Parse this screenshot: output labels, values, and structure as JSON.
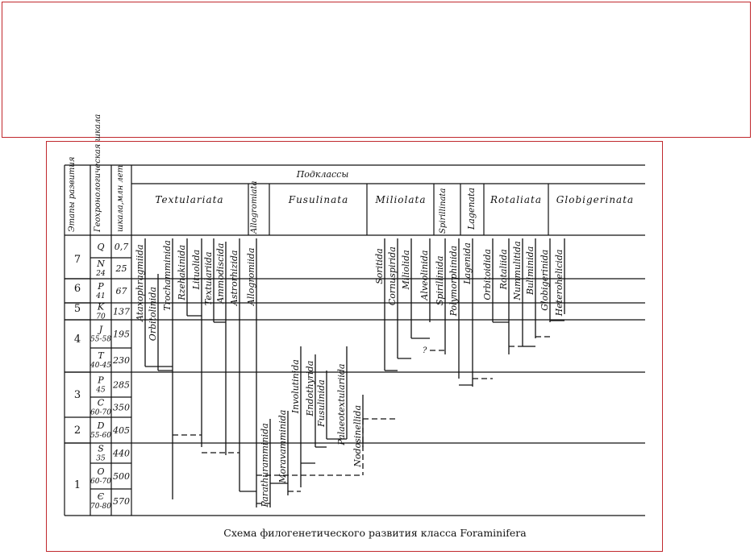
{
  "figure": {
    "caption": "Схема филогенетического развития класса Foraminifera"
  },
  "table": {
    "col_headers": [
      "Этапы развития",
      "Геохронологическая шкала",
      "шкала,млн лет"
    ],
    "periods": [
      {
        "stage": "7",
        "symbol": "Q",
        "dur": "",
        "age": "0,7"
      },
      {
        "stage": "",
        "symbol": "N",
        "dur": "24",
        "age": "25"
      },
      {
        "stage": "6",
        "symbol": "P",
        "dur": "41",
        "age": "67"
      },
      {
        "stage": "5",
        "symbol": "K",
        "dur": "70",
        "age": "137"
      },
      {
        "stage": "4",
        "symbol": "J",
        "dur": "55-58",
        "age": "195"
      },
      {
        "stage": "",
        "symbol": "T",
        "dur": "40-45",
        "age": "230"
      },
      {
        "stage": "3",
        "symbol": "P",
        "dur": "45",
        "age": "285"
      },
      {
        "stage": "",
        "symbol": "C",
        "dur": "60-70",
        "age": "350"
      },
      {
        "stage": "2",
        "symbol": "D",
        "dur": "55-60",
        "age": "405"
      },
      {
        "stage": "",
        "symbol": "S",
        "dur": "35",
        "age": "440"
      },
      {
        "stage": "1",
        "symbol": "O",
        "dur": "60-70",
        "age": "500"
      },
      {
        "stage": "",
        "symbol": "Є",
        "dur": "70-80",
        "age": "570"
      }
    ]
  },
  "subclasses_header": "Подклассы",
  "subclasses": [
    "Textulariata",
    "Allogromiata",
    "Fusulinata",
    "Miliolata",
    "Spirillinata",
    "Lagenata",
    "Rotaliata",
    "Globigerinata"
  ],
  "orders": [
    "Ataxophragmiida",
    "Orbitolinida",
    "Trochamminida",
    "Rzehakinida",
    "Lituolida",
    "Textulariida",
    "Ammodiscida",
    "Astrorhizida",
    "Allogromiida",
    "Parathuramminida",
    "Moravamminida",
    "Involutinida",
    "Endothyrida",
    "Fusulinida",
    "Palaeotextulariida",
    "Nodosinellida",
    "Soritida",
    "Cornuspirida",
    "Miliolida",
    "Alveolinida",
    "Spirillinida",
    "Polymorphinida",
    "Lagenida",
    "Orbitoidida",
    "Rotaliida",
    "Nummulitida",
    "Buliminida",
    "Globigerinida",
    "Heterohelicida"
  ],
  "question_mark": "?"
}
